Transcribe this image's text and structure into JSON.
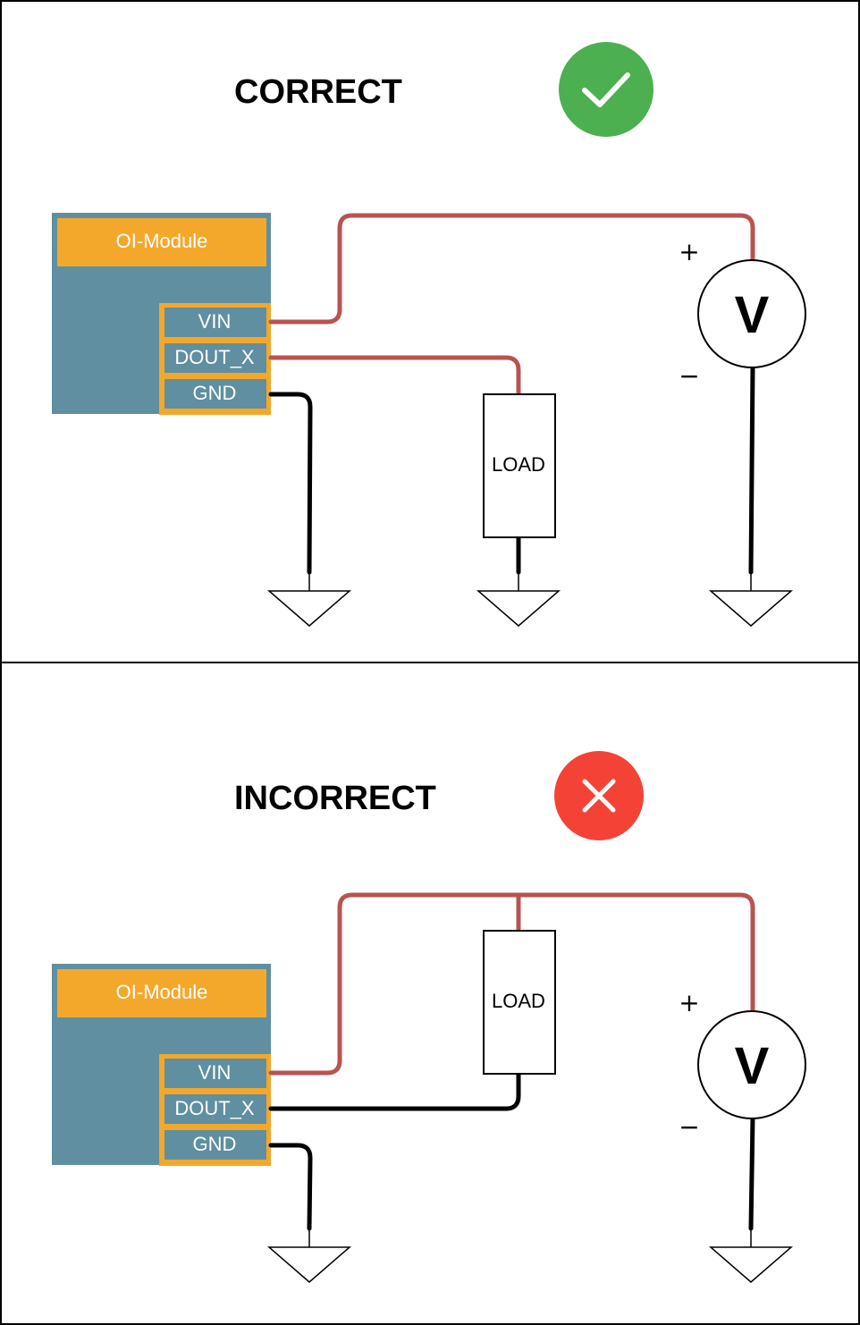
{
  "panels": {
    "correct": {
      "title": "CORRECT",
      "status_icon": "check-icon",
      "status_color": "#4caf50",
      "module": {
        "label": "OI-Module",
        "pins": [
          "VIN",
          "DOUT_X",
          "GND"
        ]
      },
      "load_label": "LOAD",
      "meter": {
        "label": "V",
        "plus": "+",
        "minus": "−"
      }
    },
    "incorrect": {
      "title": "INCORRECT",
      "status_icon": "cross-icon",
      "status_color": "#f44336",
      "module": {
        "label": "OI-Module",
        "pins": [
          "VIN",
          "DOUT_X",
          "GND"
        ]
      },
      "load_label": "LOAD",
      "meter": {
        "label": "V",
        "plus": "+",
        "minus": "−"
      }
    }
  },
  "colors": {
    "module_body": "#5f8fa0",
    "module_header": "#f3a82c",
    "wire_positive": "#b85450",
    "wire_ground": "#000000"
  }
}
